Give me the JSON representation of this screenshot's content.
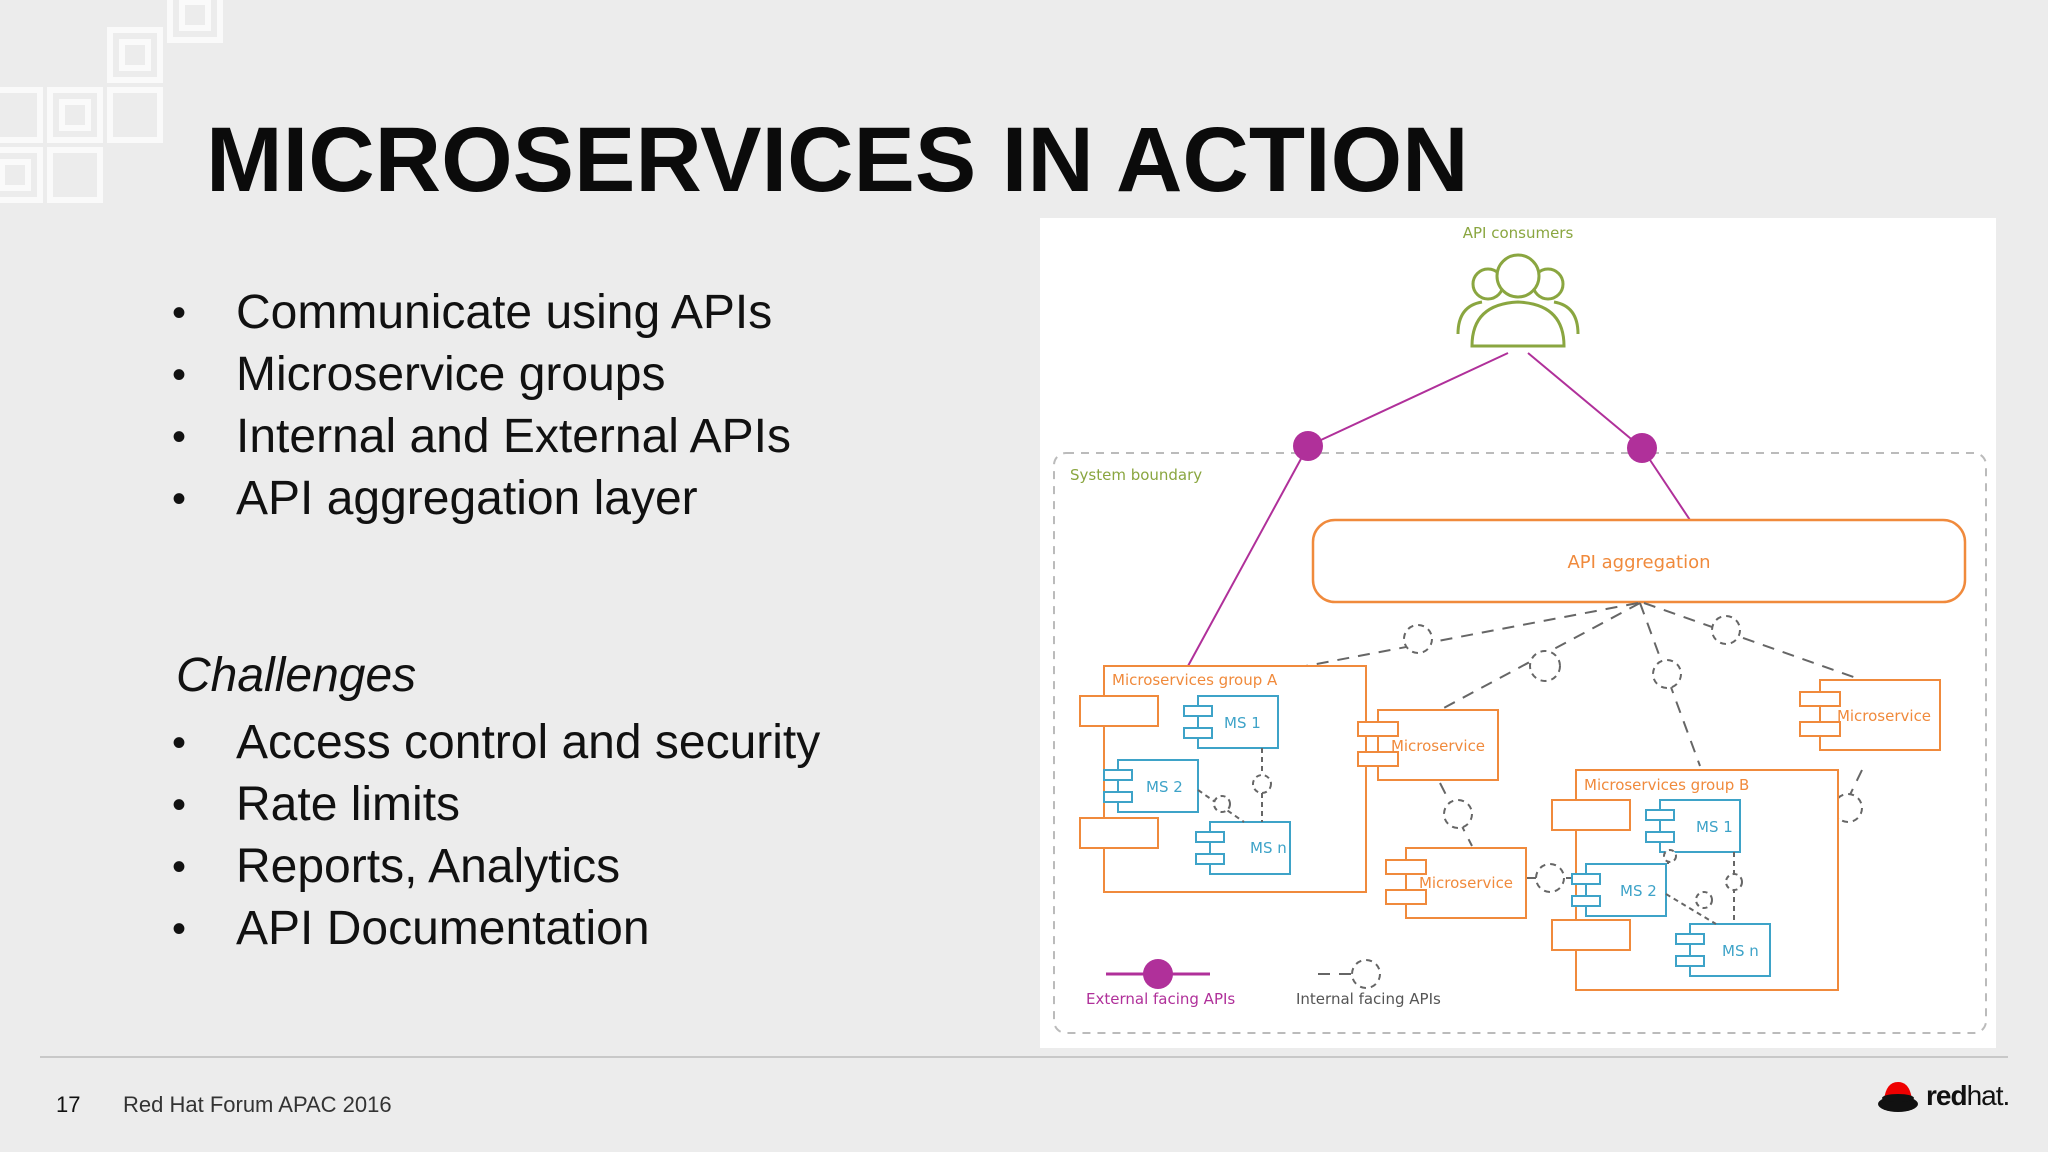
{
  "slide": {
    "title": "MICROSERVICES IN ACTION",
    "bullets": [
      "Communicate using APIs",
      "Microservice groups",
      "Internal and External APIs",
      "API aggregation layer"
    ],
    "challenges_heading": "Challenges",
    "challenges": [
      "Access control and security",
      "Rate limits",
      "Reports, Analytics",
      "API Documentation"
    ]
  },
  "diagram": {
    "api_consumers": "API consumers",
    "system_boundary": "System boundary",
    "api_aggregation": "API aggregation",
    "group_a": "Microservices group A",
    "group_b": "Microservices group B",
    "microservice": "Microservice",
    "ms1": "MS 1",
    "ms2": "MS 2",
    "msn": "MS n",
    "legend_external": "External facing APIs",
    "legend_internal": "Internal facing APIs",
    "colors": {
      "green": "#8aa640",
      "orange": "#f08a3c",
      "blue": "#3ea3c8",
      "magenta": "#b0309a",
      "gray": "#777777"
    }
  },
  "footer": {
    "page_number": "17",
    "event": "Red Hat Forum APAC 2016",
    "logo_text_bold": "red",
    "logo_text_light": "hat."
  }
}
